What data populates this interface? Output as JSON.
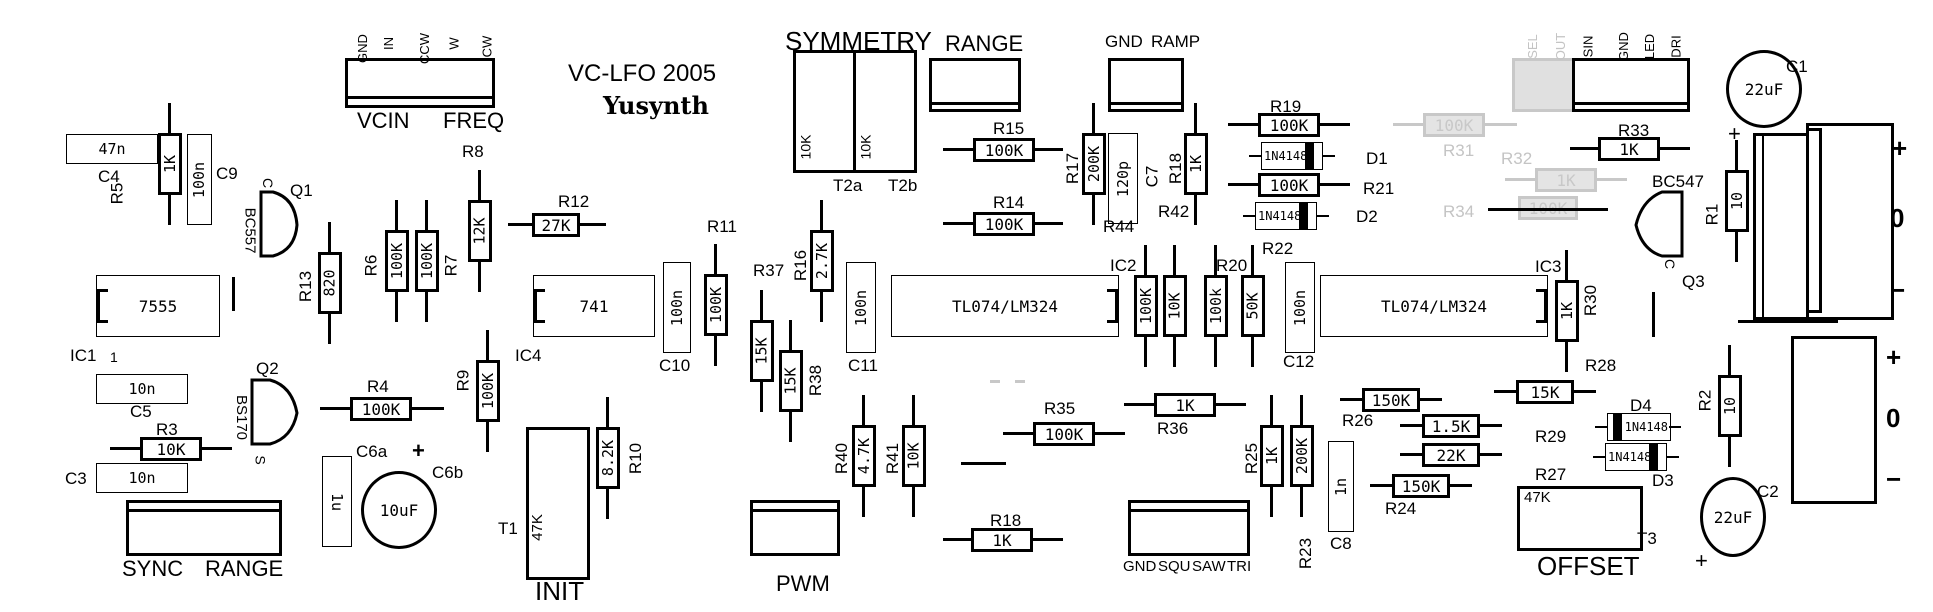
{
  "title": {
    "name": "VC-LFO 2005",
    "brand": "Yusynth"
  },
  "connectors": {
    "vcin_freq": {
      "pins": [
        "GND",
        "IN",
        "CCW",
        "W",
        "CW"
      ],
      "labels": [
        "VCIN",
        "FREQ"
      ]
    },
    "symmetry": {
      "label": "SYMMETRY",
      "pots": [
        {
          "value": "10K",
          "name": "T2a"
        },
        {
          "value": "10K",
          "name": "T2b"
        }
      ]
    },
    "range_top": {
      "label": "RANGE"
    },
    "gnd_ramp": {
      "labels": [
        "GND",
        "RAMP"
      ]
    },
    "outputs_top": {
      "pins_ghost": [
        "SEL",
        "OUT"
      ],
      "pins": [
        "SIN",
        "GND",
        "LED",
        "DRI"
      ]
    },
    "sync_range": {
      "labels": [
        "SYNC",
        "RANGE"
      ]
    },
    "init": {
      "label": "INIT",
      "pot_name": "T1",
      "pot_value": "47K"
    },
    "pwm": {
      "label": "PWM"
    },
    "outputs_bottom": {
      "labels": [
        "GND",
        "SQU",
        "SAW",
        "TRI"
      ]
    },
    "offset": {
      "label": "OFFSET",
      "pot_name": "T3",
      "pot_value": "47K"
    },
    "power": {
      "signs_top": [
        "+",
        "0",
        "−"
      ],
      "signs_bottom": [
        "+",
        "0",
        "−"
      ]
    }
  },
  "ics": [
    {
      "ref": "IC1",
      "part": "7555",
      "pin1": "1"
    },
    {
      "ref": "IC4",
      "part": "741"
    },
    {
      "ref": "IC2",
      "part": "TL074/LM324"
    },
    {
      "ref": "IC3",
      "part": "TL074/LM324"
    }
  ],
  "transistors": [
    {
      "ref": "Q1",
      "part": "BC557",
      "pin": "C"
    },
    {
      "ref": "Q2",
      "part": "BS170",
      "pin": "S"
    },
    {
      "ref": "Q3",
      "part": "BC547",
      "pin": "C"
    }
  ],
  "resistors": {
    "R1": "10",
    "R2": "10",
    "R3": "10K",
    "R4": "100K",
    "R5": "1K",
    "R6": "100K",
    "R7": "100K",
    "R8": "12K",
    "R9": "100K",
    "R10": "8.2K",
    "R11": "100K",
    "R12": "27K",
    "R13": "820",
    "R14": "100K",
    "R15": "100K",
    "R16": "2.7K",
    "R17": "200K",
    "R18a": "1K",
    "R18b": "1K",
    "R19": "100K",
    "R21": "100K",
    "R23": "200K",
    "R24": "150K",
    "R25": "1K",
    "R26": "150K",
    "R27": "22K",
    "R28": "15K",
    "R29": "1.5K",
    "R30": "1K",
    "R31": "100K",
    "R32": "1K",
    "R33": "1K",
    "R34": "100K",
    "R35": "100K",
    "R36": "1K",
    "R37": "15K",
    "R38": "15K",
    "R40": "4.7K",
    "R41": "10K",
    "IC2_array": [
      "100K",
      "10K",
      "100k",
      "50K"
    ]
  },
  "ref_labels": {
    "R1": "R1",
    "R2": "R2",
    "R3": "R3",
    "R4": "R4",
    "R5": "R5",
    "R6": "R6",
    "R7": "R7",
    "R8": "R8",
    "R9": "R9",
    "R10": "R10",
    "R11": "R11",
    "R12": "R12",
    "R13": "R13",
    "R14": "R14",
    "R15": "R15",
    "R16": "R16",
    "R17": "R17",
    "R18": "R18",
    "R19": "R19",
    "R20": "R20",
    "R21": "R21",
    "R22": "R22",
    "R23": "R23",
    "R24": "R24",
    "R25": "R25",
    "R26": "R26",
    "R27": "R27",
    "R28": "R28",
    "R29": "R29",
    "R30": "R30",
    "R31": "R31",
    "R32": "R32",
    "R33": "R33",
    "R34": "R34",
    "R35": "R35",
    "R36": "R36",
    "R37": "R37",
    "R38": "R38",
    "R40": "R40",
    "R41": "R41",
    "R42": "R42",
    "R44": "R44"
  },
  "capacitors": {
    "C1": "22uF",
    "C2": "22uF",
    "C3": "10n",
    "C4": "47n",
    "C5": "10n",
    "C6a": "1u",
    "C6b": "10uF",
    "C7": "120p",
    "C8": "1n",
    "C9": "100n",
    "C10": "100n",
    "C11": "100n",
    "C12": "100n"
  },
  "diodes": {
    "D1": "1N4148",
    "D2": "1N4148",
    "D3": "1N4148",
    "D4": "1N4148"
  }
}
